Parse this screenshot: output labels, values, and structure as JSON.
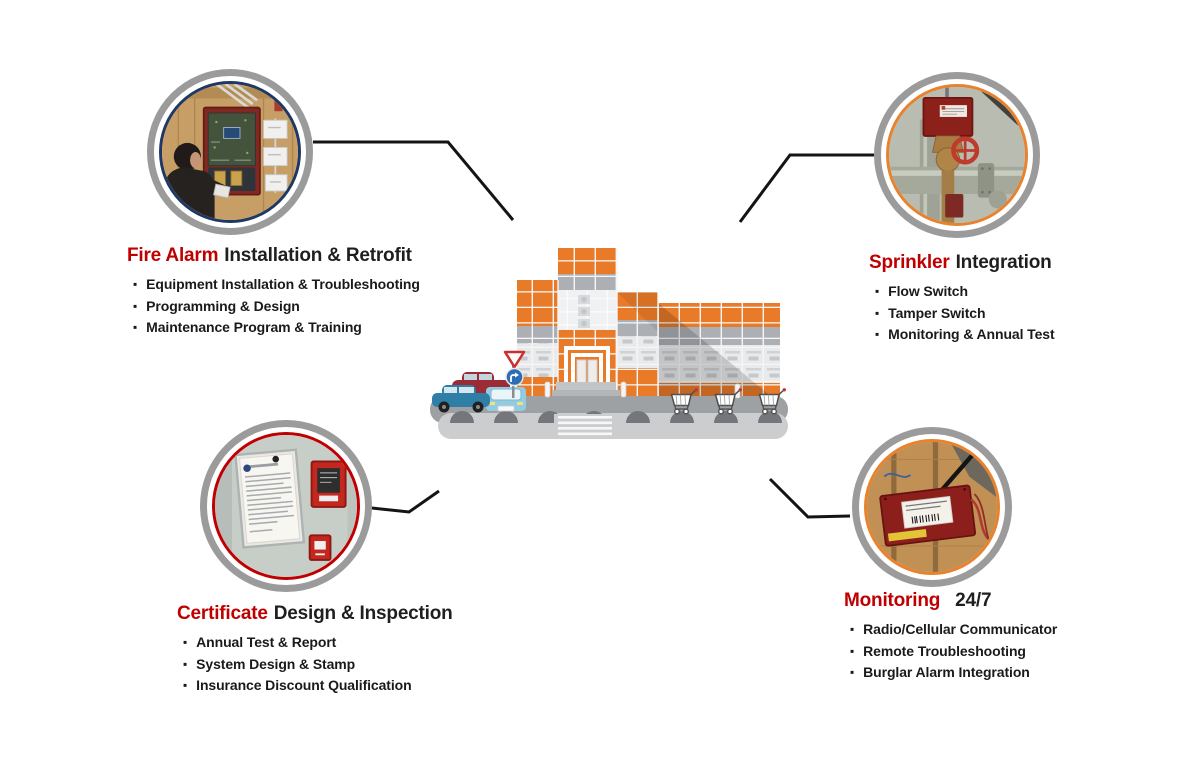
{
  "colors": {
    "accent_red": "#C00000",
    "heading_dark": "#1F1F1F",
    "ring_gray": "#9B9B9B",
    "ring_navy": "#1F3864",
    "ring_orange": "#E8822D",
    "ring_red": "#C00000",
    "building_orange": "#E87A28",
    "connector_black": "#141414"
  },
  "images": {
    "fire_alarm_photo": "technician-inspecting-fire-alarm-control-panel",
    "sprinkler_photo": "sprinkler-flow-switch-and-valves-on-pipes",
    "certificate_photo": "framed-certificate-beside-fire-alarm-annunciator",
    "monitoring_photo": "red-radio-communicator-box-with-antenna",
    "center_illustration": "retail-building-with-cars-and-shopping-carts"
  },
  "sections": {
    "fire_alarm": {
      "title_highlight": "Fire Alarm",
      "title_rest": "Installation & Retrofit",
      "bullets": [
        "Equipment Installation & Troubleshooting",
        "Programming & Design",
        "Maintenance Program & Training"
      ]
    },
    "sprinkler": {
      "title_highlight": "Sprinkler",
      "title_rest": "Integration",
      "bullets": [
        "Flow Switch",
        "Tamper Switch",
        "Monitoring & Annual Test"
      ]
    },
    "certificate": {
      "title_highlight": "Certificate",
      "title_rest": "Design & Inspection",
      "bullets": [
        "Annual Test & Report",
        "System Design & Stamp",
        "Insurance Discount Qualification"
      ]
    },
    "monitoring": {
      "title_highlight": "Monitoring",
      "title_rest": "24/7",
      "bullets": [
        "Radio/Cellular Communicator",
        "Remote Troubleshooting",
        "Burglar Alarm Integration"
      ]
    }
  }
}
